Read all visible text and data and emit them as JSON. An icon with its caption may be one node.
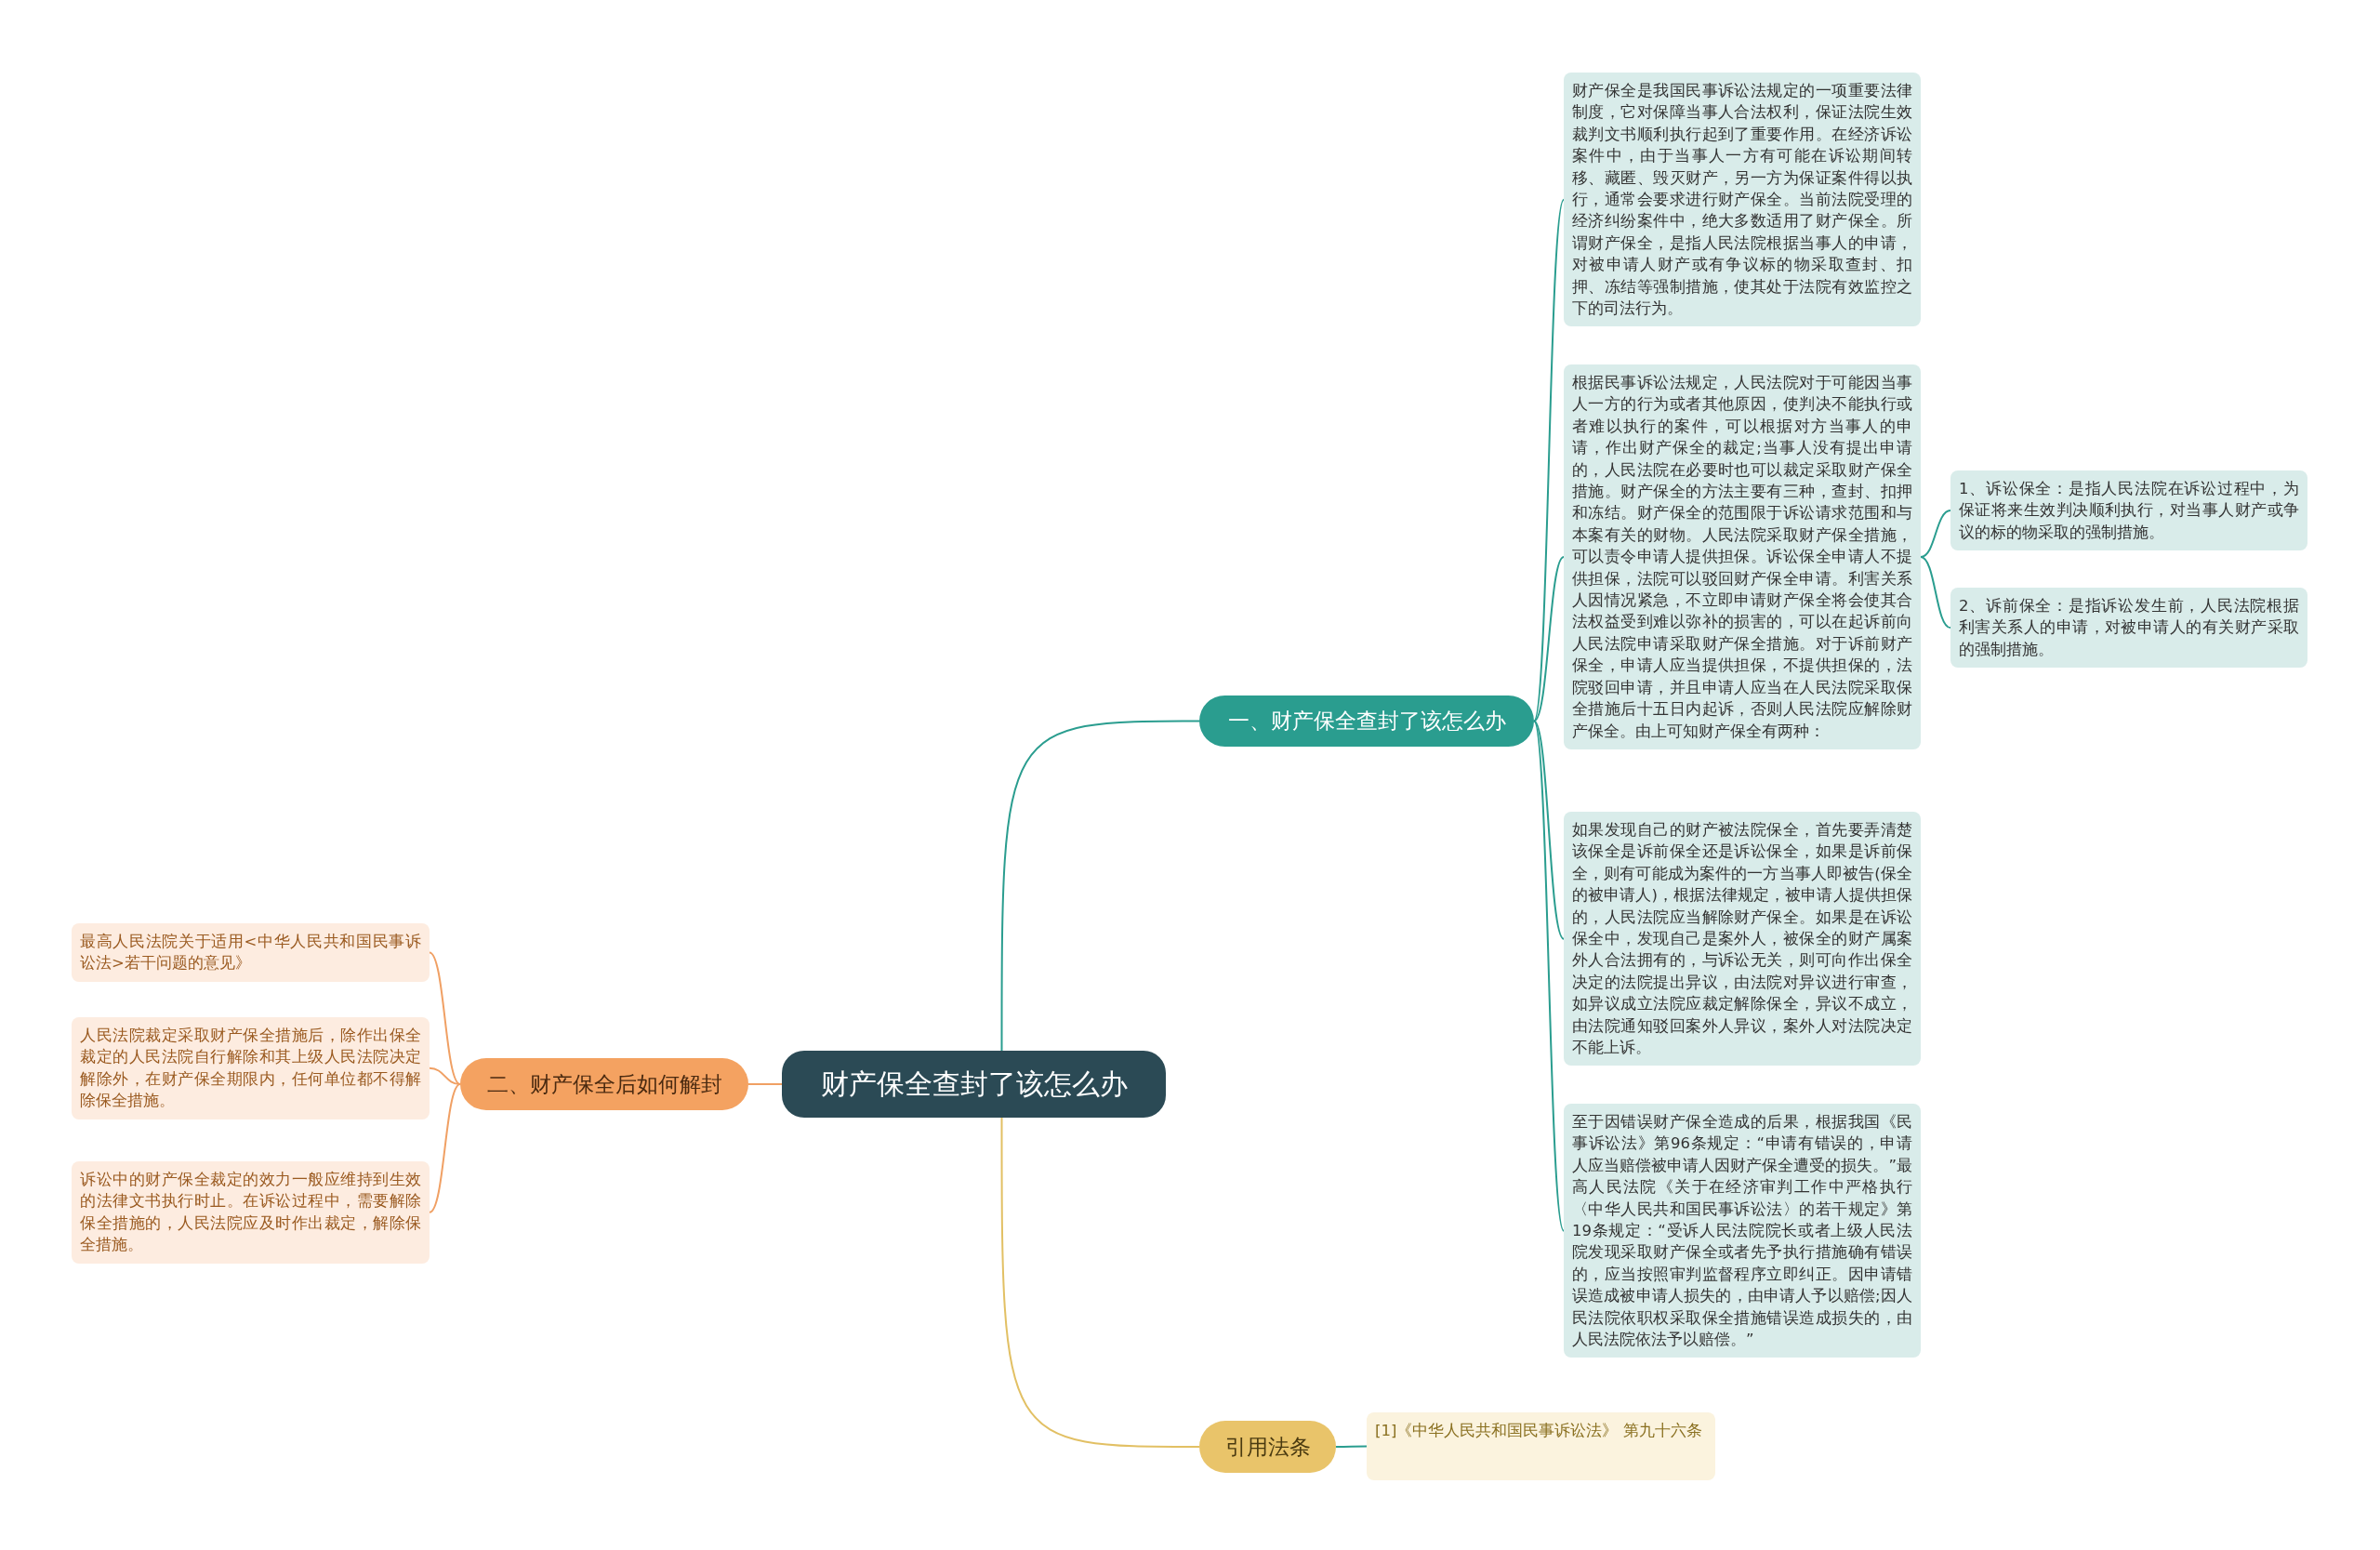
{
  "diagram": {
    "nodes": [
      {
        "text": [
          "财产保全查封了该怎么办"
        ]
      },
      {
        "text": [
          "一、财产保全查封了该怎么办"
        ]
      },
      {
        "text": [
          "财产保全是我国民事诉讼法规定的一项重要法律制度，它对保障当事人合法权利，保证法院生效裁判文书顺利执行起到了重要作用。在经济诉讼案件中，由于当事人一方有可能在诉讼期间转移、藏匿、毁灭财产，另一方为保证案件得以执行，通常会要求进行财产保全。当前法院受理的经济纠纷案件中，绝大多数适用了财产保全。所谓财产保全，是指人民法院根据当事人的申请，对被申请人财产或有争议标的物采取查封、扣押、冻结等强制措施，使其处于法院有效监控之下的司法行为。"
        ]
      },
      {
        "text": [
          "根据民事诉讼法规定，人民法院对于可能因当事人一方的行为或者其他原因，使判决不能执行或者难以执行的案件，可以根据对方当事人的申请，作出财产保全的裁定;当事人没有提出申请的，人民法院在必要时也可以裁定采取财产保全措施。财产保全的方法主要有三种，查封、扣押和冻结。财产保全的范围限于诉讼请求范围和与本案有关的财物。人民法院采取财产保全措施，可以责令申请人提供担保。诉讼保全申请人不提供担保，法院可以驳回财产保全申请。利害关系人因情况紧急，不立即申请财产保全将会使其合法权益受到难以弥补的损害的，可以在起诉前向人民法院申请采取财产保全措施。对于诉前财产保全，申请人应当提供担保，不提供担保的，法院驳回申请，并且申请人应当在人民法院采取保全措施后十五日内起诉，否则人民法院应解除财产保全。由上可知财产保全有两种："
        ]
      },
      {
        "text": [
          "1、诉讼保全：是指人民法院在诉讼过程中，为保证将来生效判决顺利执行，对当事人财产或争议的标的物采取的强制措施。"
        ]
      },
      {
        "text": [
          "2、诉前保全：是指诉讼发生前，人民法院根据利害关系人的申请，对被申请人的有关财产采取的强制措施。"
        ]
      },
      {
        "text": [
          "如果发现自己的财产被法院保全，首先要弄清楚该保全是诉前保全还是诉讼保全，如果是诉前保全，则有可能成为案件的一方当事人即被告(保全的被申请人)，根据法律规定，被申请人提供担保的，人民法院应当解除财产保全。如果是在诉讼保全中，发现自己是案外人，被保全的财产属案外人合法拥有的，与诉讼无关，则可向作出保全决定的法院提出异议，由法院对异议进行审查，如异议成立法院应裁定解除保全，异议不成立，由法院通知驳回案外人异议，案外人对法院决定不能上诉。"
        ]
      },
      {
        "text": [
          "至于因错误财产保全造成的后果，根据我国《民事诉讼法》第96条规定：“申请有错误的，申请人应当赔偿被申请人因财产保全遭受的损失。”最高人民法院《关于在经济审判工作中严格执行〈中华人民共和国民事诉讼法〉的若干规定》第19条规定：“受诉人民法院院长或者上级人民法院发现采取财产保全或者先予执行措施确有错误的，应当按照审判监督程序立即纠正。因申请错误造成被申请人损失的，由申请人予以赔偿;因人民法院依职权采取保全措施错误造成损失的，由人民法院依法予以赔偿。”"
        ]
      },
      {
        "text": [
          "二、财产保全后如何解封"
        ]
      },
      {
        "text": [
          "最高人民法院关于适用<中华人民共和国民事诉讼法>若干问题的意见》"
        ]
      },
      {
        "text": [
          "人民法院裁定采取财产保全措施后，除作出保全裁定的人民法院自行解除和其上级人民法院决定解除外，在财产保全期限内，任何单位都不得解除保全措施。"
        ]
      },
      {
        "text": [
          "诉讼中的财产保全裁定的效力一般应维持到生效的法律文书执行时止。在诉讼过程中，需要解除保全措施的，人民法院应及时作出裁定，解除保全措施。"
        ]
      },
      {
        "text": [
          "引用法条"
        ]
      },
      {
        "text": [
          "[1]《中华人民共和国民事诉讼法》 第九十六条"
        ]
      }
    ],
    "edges": [
      {
        "from": 0,
        "to": 1,
        "arrow": "none"
      },
      {
        "from": 1,
        "to": 2,
        "arrow": "none"
      },
      {
        "from": 1,
        "to": 3,
        "arrow": "none"
      },
      {
        "from": 3,
        "to": 4,
        "arrow": "none"
      },
      {
        "from": 3,
        "to": 5,
        "arrow": "none"
      },
      {
        "from": 1,
        "to": 6,
        "arrow": "none"
      },
      {
        "from": 1,
        "to": 7,
        "arrow": "none"
      },
      {
        "from": 0,
        "to": 8,
        "arrow": "none",
        "color": "#f0a064"
      },
      {
        "from": 8,
        "to": 9,
        "arrow": "none",
        "color": "#f0a064"
      },
      {
        "from": 8,
        "to": 10,
        "arrow": "none",
        "color": "#f0a064"
      },
      {
        "from": 8,
        "to": 11,
        "arrow": "none",
        "color": "#f0a064"
      },
      {
        "from": 0,
        "to": 12,
        "arrow": "none",
        "color": "#e2c064"
      },
      {
        "from": 12,
        "to": 13,
        "arrow": "none"
      }
    ]
  }
}
